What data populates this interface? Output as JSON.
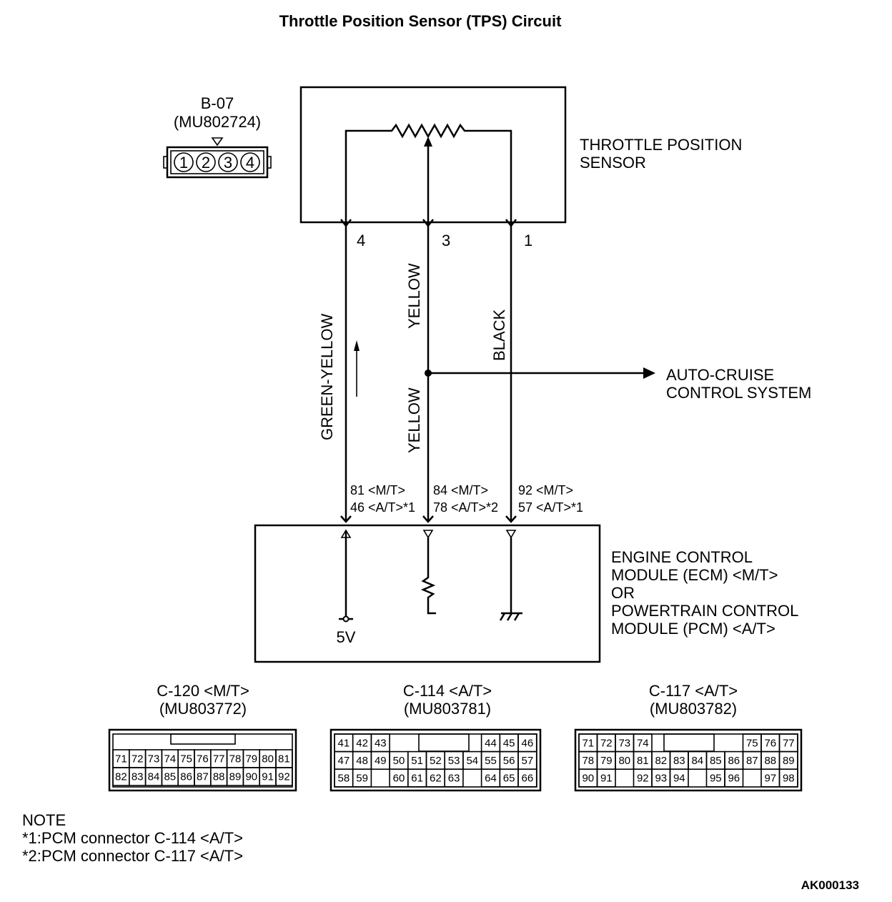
{
  "title": "Throttle Position Sensor (TPS) Circuit",
  "sensor_connector": {
    "id": "B-07",
    "part": "(MU802724)",
    "pins": [
      "1",
      "2",
      "3",
      "4"
    ]
  },
  "sensor": {
    "label_line1": "THROTTLE POSITION",
    "label_line2": "SENSOR"
  },
  "pins": {
    "p4": "4",
    "p3": "3",
    "p1": "1"
  },
  "wires": {
    "green_yellow": "GREEN-YELLOW",
    "yellow_upper": "YELLOW",
    "yellow_lower": "YELLOW",
    "black": "BLACK"
  },
  "cruise": {
    "line1": "AUTO-CRUISE",
    "line2": "CONTROL SYSTEM"
  },
  "terminals": {
    "t1a": "81 <M/T>",
    "t1b": "46 <A/T>*1",
    "t2a": "84 <M/T>",
    "t2b": "78 <A/T>*2",
    "t3a": "92 <M/T>",
    "t3b": "57 <A/T>*1"
  },
  "ecm": {
    "line1": "ENGINE CONTROL",
    "line2": "MODULE (ECM) <M/T>",
    "line3": "OR",
    "line4": "POWERTRAIN CONTROL",
    "line5": "MODULE (PCM) <A/T>",
    "supply": "5V"
  },
  "connectors": [
    {
      "name": "C-120 <M/T>",
      "part": "(MU803772)",
      "rows": [
        [
          "71",
          "72",
          "73",
          "74",
          "75",
          "76",
          "77",
          "78",
          "79",
          "80",
          "81"
        ],
        [
          "82",
          "83",
          "84",
          "85",
          "86",
          "87",
          "88",
          "89",
          "90",
          "91",
          "92"
        ]
      ]
    },
    {
      "name": "C-114 <A/T>",
      "part": "(MU803781)",
      "rows": [
        [
          "41",
          "42",
          "43",
          "",
          "",
          "",
          "",
          "",
          "44",
          "45",
          "46"
        ],
        [
          "47",
          "48",
          "49",
          "50",
          "51",
          "52",
          "53",
          "54",
          "55",
          "56",
          "57"
        ],
        [
          "58",
          "59",
          "",
          "60",
          "61",
          "62",
          "63",
          "",
          "64",
          "65",
          "66"
        ]
      ]
    },
    {
      "name": "C-117 <A/T>",
      "part": "(MU803782)",
      "rows": [
        [
          "71",
          "72",
          "73",
          "74",
          "",
          "",
          "",
          "",
          "",
          "75",
          "76",
          "77"
        ],
        [
          "78",
          "79",
          "80",
          "81",
          "82",
          "83",
          "84",
          "85",
          "86",
          "87",
          "88",
          "89"
        ],
        [
          "90",
          "91",
          "",
          "92",
          "93",
          "94",
          "",
          "95",
          "96",
          "",
          "97",
          "98"
        ]
      ]
    }
  ],
  "note": {
    "heading": "NOTE",
    "line1": "*1:PCM connector C-114 <A/T>",
    "line2": "*2:PCM connector C-117 <A/T>"
  },
  "figure_code": "AK000133"
}
